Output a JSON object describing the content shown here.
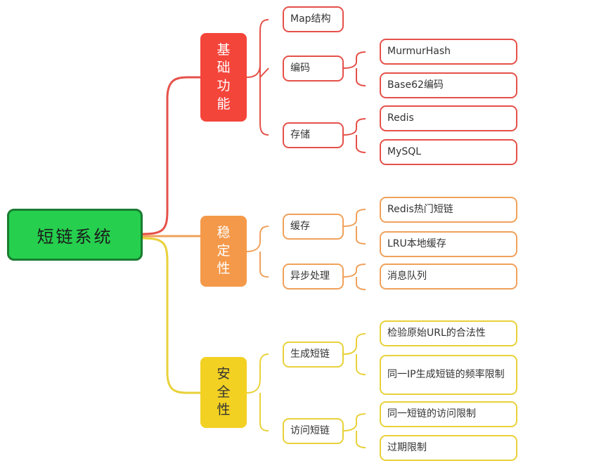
{
  "root": {
    "label": "短链系统",
    "color": "#26cf4e"
  },
  "categories": [
    {
      "label": "基础功能",
      "color": "#f4453b",
      "children": [
        {
          "label": "Map结构",
          "children": []
        },
        {
          "label": "编码",
          "children": [
            {
              "label": "MurmurHash"
            },
            {
              "label": "Base62编码"
            }
          ]
        },
        {
          "label": "存储",
          "children": [
            {
              "label": "Redis"
            },
            {
              "label": "MySQL"
            }
          ]
        }
      ]
    },
    {
      "label": "稳定性",
      "color": "#f4994a",
      "children": [
        {
          "label": "缓存",
          "children": [
            {
              "label": "Redis热门短链"
            },
            {
              "label": "LRU本地缓存"
            }
          ]
        },
        {
          "label": "异步处理",
          "children": [
            {
              "label": "消息队列"
            }
          ]
        }
      ]
    },
    {
      "label": "安全性",
      "color": "#f2d123",
      "children": [
        {
          "label": "生成短链",
          "children": [
            {
              "label": "检验原始URL的合法性"
            },
            {
              "label": "同一IP生成短链的频率限制"
            }
          ]
        },
        {
          "label": "访问短链",
          "children": [
            {
              "label": "同一短链的访问限制"
            },
            {
              "label": "过期限制"
            }
          ]
        }
      ]
    }
  ]
}
